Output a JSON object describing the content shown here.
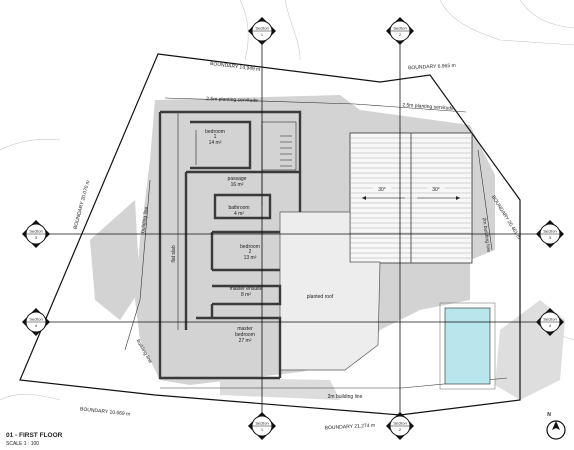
{
  "drawing": {
    "title": "01 - FIRST FLOOR",
    "scale": "SCALE 1 : 100"
  },
  "boundaries": {
    "top_left": "BOUNDARY 14.949 m",
    "top_right": "BOUNDARY 6.965 m",
    "left": "BOUNDARY 20.070 m",
    "right": "BOUNDARY 20.461 m",
    "bottom_left": "BOUNDARY 10.669 m",
    "bottom_right": "BOUNDARY 21.274 m"
  },
  "setbacks": {
    "servitude_top_left": "2.5m planting servitude",
    "servitude_top_right": "2.5m planting servitude",
    "building_line_left": "building line",
    "building_line_right": "2m building line",
    "building_line_bottom": "2m building line",
    "building_line_corner": "building line"
  },
  "rooms": {
    "bedroom1": {
      "name": "bedroom",
      "number": "1",
      "area": "14 m²"
    },
    "passage": {
      "name": "passage",
      "area": "16 m²"
    },
    "bathroom": {
      "name": "bathroom",
      "area": "4 m²"
    },
    "bedroom2": {
      "name": "bedroom",
      "number": "2",
      "area": "13 m²"
    },
    "master_ensuite": {
      "name": "master ensuite",
      "area": "8 m²"
    },
    "master_bedroom": {
      "name": "master",
      "name2": "bedroom",
      "area": "27 m²"
    },
    "flat_slab": "flat slab",
    "planted_roof": "planted roof"
  },
  "roof": {
    "pitch_left": "30°",
    "pitch_right": "30°"
  },
  "sections": {
    "word": "Section",
    "s1": "1",
    "s2": "2",
    "s3": "3",
    "s4": "4"
  },
  "north": "N",
  "colors": {
    "shadow": "#d3d3d3",
    "wall": "#3a3a3a",
    "pool": "#b8e6ec",
    "marker": "#111111"
  }
}
